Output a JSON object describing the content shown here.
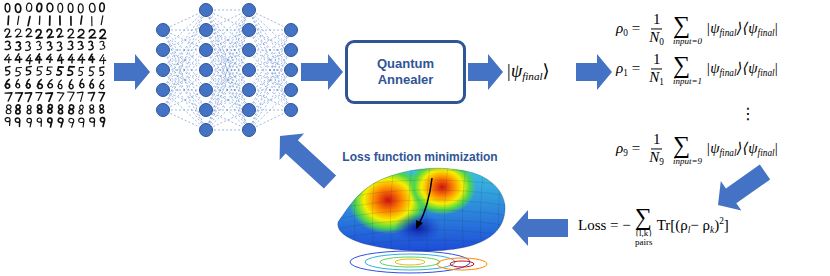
{
  "diagram": {
    "nodes": [
      {
        "text": [
          "Quantum Annealer"
        ]
      }
    ],
    "labels": [
      "|ψ",
      "final",
      "⟩",
      "ρ",
      "0",
      "=",
      "1",
      "N",
      "0",
      "∑",
      "input=0",
      "|ψ",
      "final",
      "⟩⟨ψ",
      "final",
      "|",
      "ρ",
      "1",
      "=",
      "1",
      "N",
      "1",
      "∑",
      "input=1",
      "|ψ",
      "final",
      "⟩⟨ψ",
      "final",
      "|",
      "⋮",
      "ρ",
      "9",
      "=",
      "1",
      "N",
      "9",
      "∑",
      "input=9",
      "|ψ",
      "final",
      "⟩⟨ψ",
      "final",
      "|",
      "Loss function minimization",
      "Loss = −",
      "∑",
      "{l,k}",
      "pairs",
      "Tr[(ρ",
      "l",
      "− ρ",
      "k",
      ")",
      "2",
      "]"
    ]
  }
}
